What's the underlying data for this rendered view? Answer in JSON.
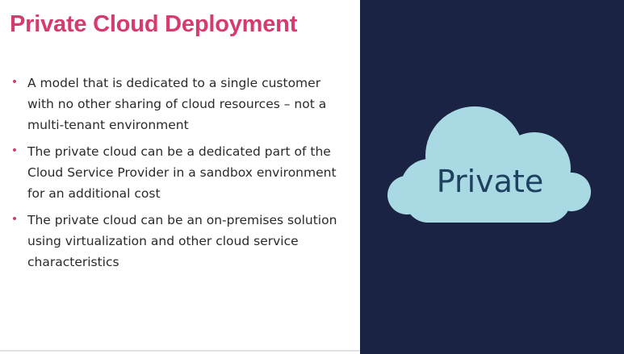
{
  "slide": {
    "title": "Private Cloud Deployment",
    "bullets": [
      "A model that is dedicated to a single customer with no other sharing of cloud resources – not a multi-tenant environment",
      "The private cloud can be a dedicated part of the Cloud Service Provider in a sandbox environment for an additional cost",
      "The private cloud can be an on-premises solution using virtualization and other cloud service characteristics"
    ],
    "bullet_marker": "•",
    "cloud_label": "Private"
  },
  "colors": {
    "title": "#d63b6e",
    "bullet_marker": "#d63b6e",
    "body_text": "#2a2a2a",
    "right_panel": "#1a2343",
    "cloud_fill": "#a9d9e3",
    "cloud_text": "#1f4160"
  },
  "icons": {
    "cloud": "cloud-icon"
  }
}
